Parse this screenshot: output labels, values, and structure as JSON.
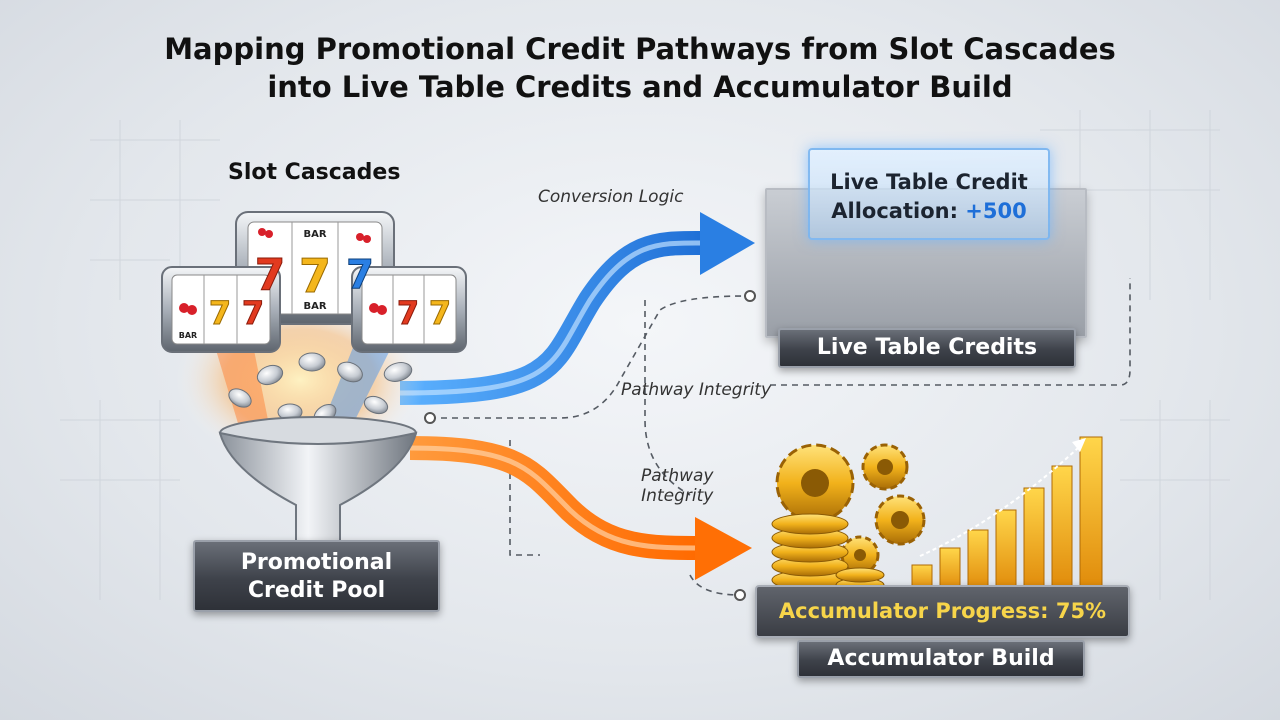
{
  "title_line1": "Mapping Promotional Credit Pathways from Slot Cascades",
  "title_line2": "into Live Table Credits and Accumulator Build",
  "slot_cascades_label": "Slot Cascades",
  "promotional_pool": {
    "line1": "Promotional",
    "line2": "Credit Pool"
  },
  "conversion_logic_label": "Conversion Logic",
  "pathway_integrity_top": "Pathway Integrity",
  "pathway_integrity_mid": {
    "line1": "Pathway",
    "line2": "Integrity"
  },
  "live_table": {
    "allocation_line1": "Live Table Credit",
    "allocation_prefix": "Allocation: ",
    "allocation_value": "+500",
    "label": "Live Table Credits"
  },
  "accumulator": {
    "progress_text": "Accumulator Progress: 75%",
    "progress_value": 0.75,
    "label": "Accumulator Build"
  },
  "reel_symbols": {
    "bar": "BAR",
    "seven": "7"
  },
  "colors": {
    "blue_arrow": "#2f8de8",
    "orange_arrow": "#ff7a12",
    "gold": "#f2b21b",
    "plate_dark": "#3e424a",
    "highlight_blue": "#1e6fd8"
  }
}
